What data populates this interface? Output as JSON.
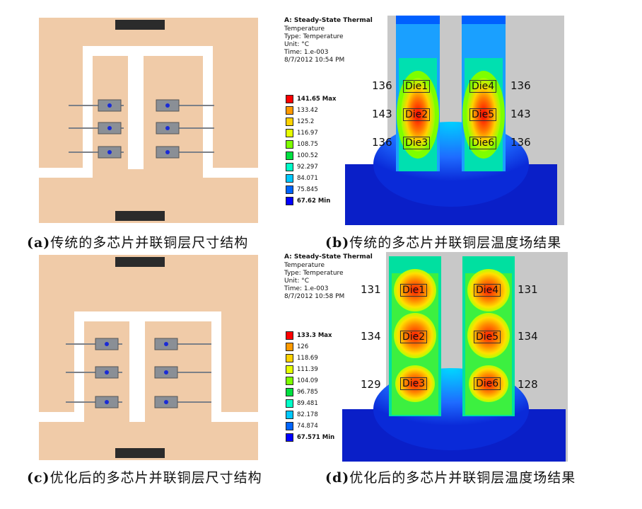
{
  "captions": {
    "a": {
      "tag": "(a)",
      "text": "传统的多芯片并联铜层尺寸结构"
    },
    "b": {
      "tag": "(b)",
      "text": "传统的多芯片并联铜层温度场结果"
    },
    "c": {
      "tag": "(c)",
      "text": "优化后的多芯片并联铜层尺寸结构"
    },
    "d": {
      "tag": "(d)",
      "text": "优化后的多芯片并联铜层温度场结果"
    }
  },
  "colors": {
    "copper": "#f0cba8",
    "gap": "#ffffff",
    "terminal": "#2b2b2b",
    "die": "#8a8f96",
    "dot": "#1a2bd6",
    "lead": "#7c8087",
    "sim_bg": "#c8c8c8"
  },
  "sim_top": {
    "title": "A: Steady-State Thermal",
    "lines": [
      "Temperature",
      "Type: Temperature",
      "Unit: °C",
      "Time: 1.e-003",
      "8/7/2012 10:54 PM"
    ],
    "legend": [
      "141.65 Max",
      "133.42",
      "125.2",
      "116.97",
      "108.75",
      "100.52",
      "92.297",
      "84.071",
      "75.845",
      "67.62 Min"
    ],
    "left_temps": [
      "136",
      "143",
      "136"
    ],
    "right_temps": [
      "136",
      "143",
      "136"
    ],
    "dies_left": [
      "Die1",
      "Die2",
      "Die3"
    ],
    "dies_right": [
      "Die4",
      "Die5",
      "Die6"
    ]
  },
  "sim_bottom": {
    "title": "A: Steady-State Thermal",
    "lines": [
      "Temperature",
      "Type: Temperature",
      "Unit: °C",
      "Time: 1.e-003",
      "8/7/2012 10:58 PM"
    ],
    "legend": [
      "133.3 Max",
      "126",
      "118.69",
      "111.39",
      "104.09",
      "96.785",
      "89.481",
      "82.178",
      "74.874",
      "67.571 Min"
    ],
    "left_temps": [
      "131",
      "134",
      "129"
    ],
    "right_temps": [
      "131",
      "134",
      "128"
    ],
    "dies_left": [
      "Die1",
      "Die2",
      "Die3"
    ],
    "dies_right": [
      "Die4",
      "Die5",
      "Die6"
    ]
  },
  "legend_colors": [
    "#ff0000",
    "#ff9a00",
    "#ffd200",
    "#e6ff00",
    "#7dff00",
    "#00e040",
    "#00ffc8",
    "#00c8ff",
    "#0064ff",
    "#0000ff"
  ]
}
